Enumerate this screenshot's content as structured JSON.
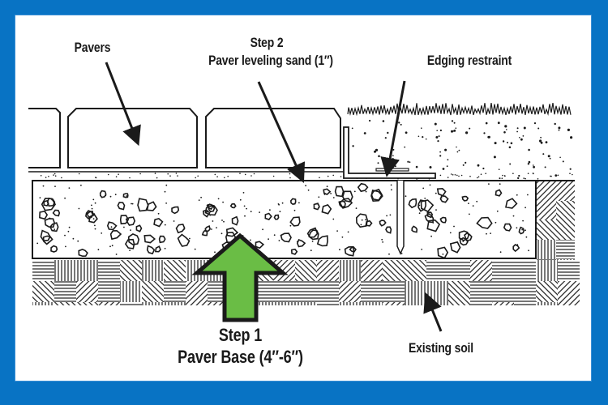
{
  "title": "Paver installation cross-section",
  "colors": {
    "frame": "#0873c4",
    "background": "#ffffff",
    "ink": "#1a1a1a",
    "step1_arrow": "#6abd45"
  },
  "labels": {
    "pavers": "Pavers",
    "step2_title": "Step 2",
    "step2_desc": "Paver leveling sand (1″)",
    "edging": "Edging restraint",
    "step1_title": "Step 1",
    "step1_desc": "Paver Base (4″-6″)",
    "soil": "Existing soil"
  },
  "layers": [
    {
      "name": "pavers",
      "label": "Pavers"
    },
    {
      "name": "leveling-sand",
      "label": "Paver leveling sand",
      "thickness": "1″",
      "step": 2
    },
    {
      "name": "paver-base",
      "label": "Paver Base",
      "thickness": "4″-6″",
      "step": 1
    },
    {
      "name": "existing-soil",
      "label": "Existing soil"
    }
  ]
}
